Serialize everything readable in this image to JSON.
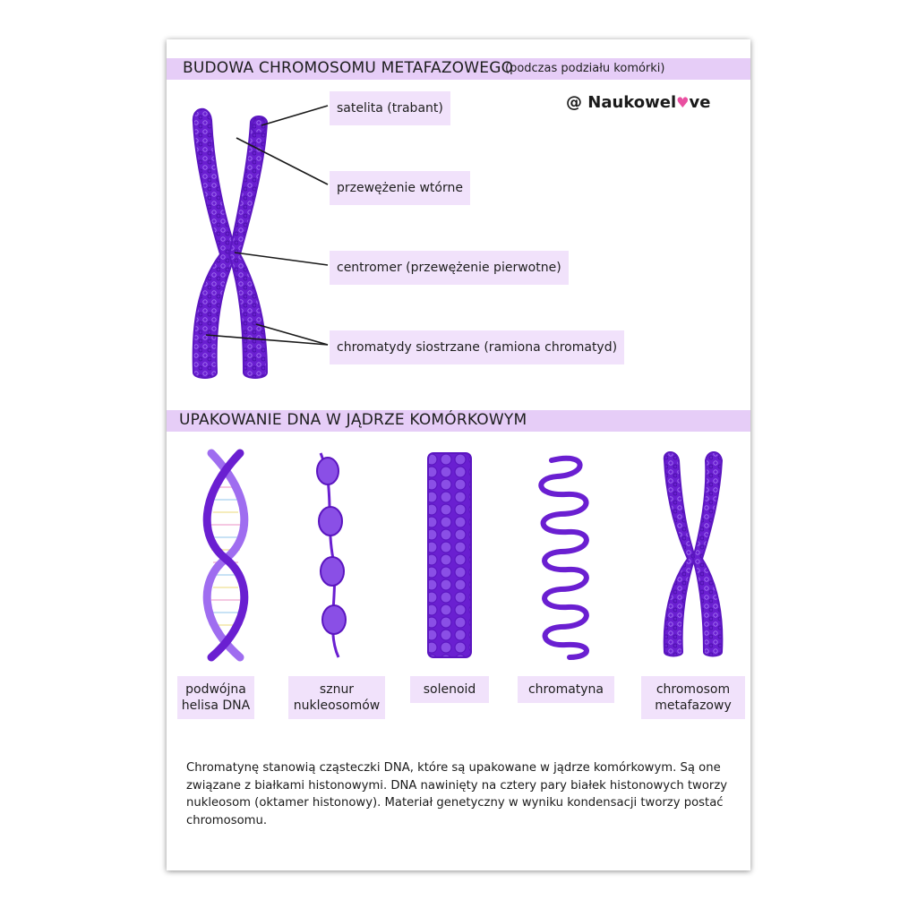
{
  "section1": {
    "title": "BUDOWA CHROMOSOMU METAFAZOWEGO",
    "subtitle": "(podczas podziału komórki)"
  },
  "brand": {
    "prefix": "@ Naukowel",
    "heart": "♥",
    "suffix": "ve"
  },
  "labels": [
    "satelita (trabant)",
    "przewężenie wtórne",
    "centromer (przewężenie pierwotne)",
    "chromatydy siostrzane (ramiona chromatyd)"
  ],
  "section2": {
    "title": "UPAKOWANIE DNA W JĄDRZE KOMÓRKOWYM"
  },
  "stages": [
    {
      "label": "podwójna\nhelisa DNA"
    },
    {
      "label": "sznur\nnukleosomów"
    },
    {
      "label": "solenoid"
    },
    {
      "label": "chromatyna"
    },
    {
      "label": "chromosom\nmetafazowy"
    }
  ],
  "description": "Chromatynę stanowią cząsteczki DNA, które są upakowane w jądrze komórkowym. Są one związane z białkami histonowymi. DNA nawinięty na cztery pary białek histonowych tworzy nukleosom (oktamer histonowy). Materiał genetyczny w wyniku kondensacji tworzy postać chromosomu.",
  "colors": {
    "band": "#e6cdf7",
    "label_bg": "#f1e2fb",
    "purple": "#6a1fd1",
    "purple_light": "#9f6df0",
    "heart": "#e94fa0"
  }
}
